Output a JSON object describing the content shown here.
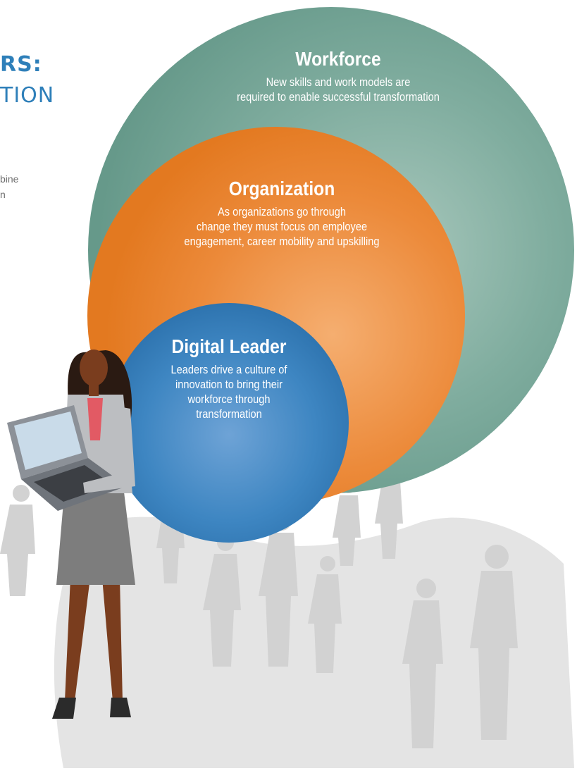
{
  "page": {
    "title_line1": "RS:",
    "title_line2": "TION",
    "intro_line1": "bine",
    "intro_line2": "n"
  },
  "colors": {
    "title": "#2e7fb9",
    "workforce": "#6fa394",
    "organization": "#e87f2a",
    "digital_leader": "#2e78b6",
    "silhouettes": "#d6d6d6"
  },
  "circles": [
    {
      "id": "workforce",
      "heading": "Workforce",
      "body": [
        "New skills and work models are",
        "required to enable successful transformation"
      ]
    },
    {
      "id": "organization",
      "heading": "Organization",
      "body": [
        "As organizations go through",
        "change they must focus on employee",
        "engagement, career mobility and upskilling"
      ]
    },
    {
      "id": "digital-leader",
      "heading": "Digital Leader",
      "body": [
        "Leaders drive a culture of",
        "innovation to bring their",
        "workforce through",
        "transformation"
      ]
    }
  ]
}
